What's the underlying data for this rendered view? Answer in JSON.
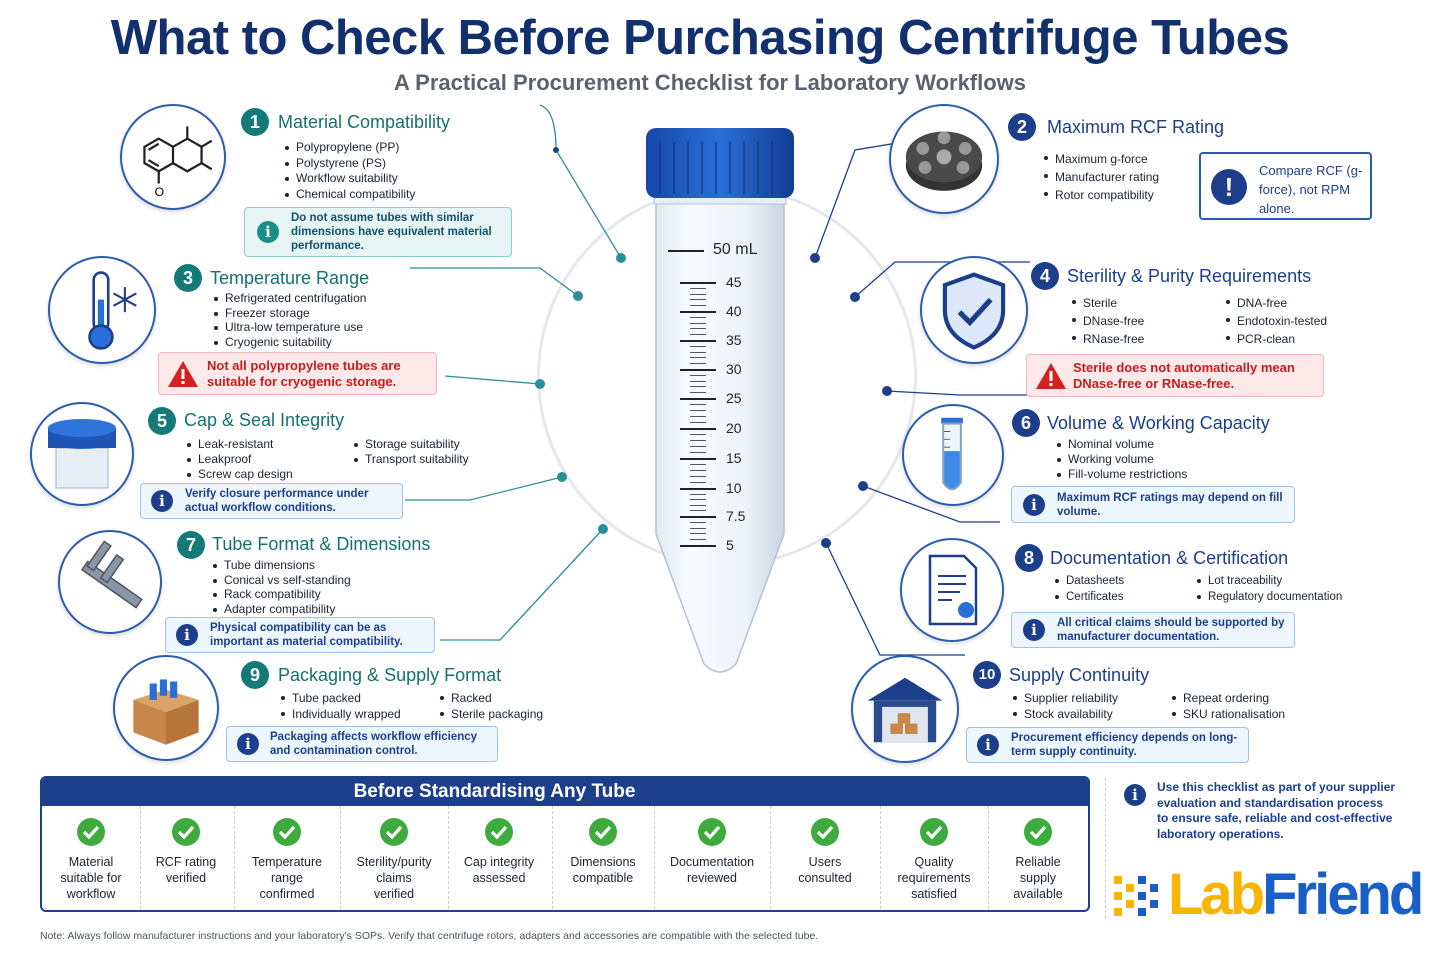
{
  "title": "What to Check Before Purchasing Centrifuge Tubes",
  "subtitle": "A Practical Procurement Checklist for Laboratory Workflows",
  "tube": {
    "capacity_label": "50 mL",
    "graduations": [
      "45",
      "40",
      "35",
      "30",
      "25",
      "20",
      "15",
      "10",
      "7.5",
      "5"
    ]
  },
  "sections": {
    "s1": {
      "number": "1",
      "title": "Material Compatibility",
      "items": [
        "Polypropylene (PP)",
        "Polystyrene (PS)",
        "Workflow suitability",
        "Chemical compatibility"
      ],
      "note": "Do not assume tubes with similar dimensions have equivalent material performance."
    },
    "s2": {
      "number": "2",
      "title": "Maximum RCF Rating",
      "items": [
        "Maximum g-force",
        "Manufacturer rating",
        "Rotor compatibility"
      ],
      "callout": "Compare RCF (g-force), not RPM alone."
    },
    "s3": {
      "number": "3",
      "title": "Temperature Range",
      "items": [
        "Refrigerated centrifugation",
        "Freezer storage",
        "Ultra-low temperature use",
        "Cryogenic suitability"
      ],
      "warning": "Not all polypropylene tubes are suitable for cryogenic storage."
    },
    "s4": {
      "number": "4",
      "title": "Sterility & Purity Requirements",
      "items_left": [
        "Sterile",
        "DNase-free",
        "RNase-free"
      ],
      "items_right": [
        "DNA-free",
        "Endotoxin-tested",
        "PCR-clean"
      ],
      "warning": "Sterile does not automatically mean DNase-free or RNase-free."
    },
    "s5": {
      "number": "5",
      "title": "Cap & Seal Integrity",
      "items_left": [
        "Leak-resistant",
        "Leakproof",
        "Screw cap design"
      ],
      "items_right": [
        "Storage suitability",
        "Transport suitability"
      ],
      "note": "Verify closure performance under actual workflow conditions."
    },
    "s6": {
      "number": "6",
      "title": "Volume & Working Capacity",
      "items": [
        "Nominal volume",
        "Working volume",
        "Fill-volume restrictions"
      ],
      "note": "Maximum RCF ratings may depend on fill volume."
    },
    "s7": {
      "number": "7",
      "title": "Tube Format & Dimensions",
      "items": [
        "Tube dimensions",
        "Conical vs self-standing",
        "Rack compatibility",
        "Adapter compatibility"
      ],
      "note": "Physical compatibility can be as important as material compatibility."
    },
    "s8": {
      "number": "8",
      "title": "Documentation & Certification",
      "items_left": [
        "Datasheets",
        "Certificates"
      ],
      "items_right": [
        "Lot traceability",
        "Regulatory documentation"
      ],
      "note": "All critical claims should be supported by manufacturer documentation."
    },
    "s9": {
      "number": "9",
      "title": "Packaging & Supply Format",
      "items_left": [
        "Tube packed",
        "Individually wrapped"
      ],
      "items_right": [
        "Racked",
        "Sterile packaging"
      ],
      "note": "Packaging affects workflow efficiency and contamination control."
    },
    "s10": {
      "number": "10",
      "title": "Supply Continuity",
      "items_left": [
        "Supplier reliability",
        "Stock availability"
      ],
      "items_right": [
        "Repeat ordering",
        "SKU rationalisation"
      ],
      "note": "Procurement efficiency depends on long-term supply continuity."
    }
  },
  "summary": {
    "title": "Before Standardising Any Tube",
    "checks": [
      "Material\nsuitable for\nworkflow",
      "RCF rating\nverified",
      "Temperature\nrange\nconfirmed",
      "Sterility/purity\nclaims\nverified",
      "Cap integrity\nassessed",
      "Dimensions\ncompatible",
      "Documentation\nreviewed",
      "Users\nconsulted",
      "Quality\nrequirements\nsatisfied",
      "Reliable\nsupply\navailable"
    ]
  },
  "checklist_info": "Use this checklist as part of your supplier evaluation and standardisation process to ensure safe, reliable and cost-effective laboratory operations.",
  "logo": {
    "part1": "Lab",
    "part2": "Friend",
    "color1": "#f7b500",
    "color2": "#1a5fc8"
  },
  "footer_note": "Note: Always follow manufacturer instructions and your laboratory's SOPs. Verify that centrifuge rotors, adapters and accessories are compatible with the selected tube.",
  "colors": {
    "navy": "#13306e",
    "teal": "#137a77",
    "accent": "#1d3e8a",
    "check_green": "#3dab3d",
    "warning_red": "#c41e1e"
  },
  "icons": [
    "molecule-icon",
    "rotor-icon",
    "thermometer-icon",
    "shield-check-icon",
    "cap-icon",
    "test-tube-icon",
    "caliper-icon",
    "certificate-icon",
    "box-icon",
    "warehouse-icon",
    "info-icon",
    "warning-icon",
    "check-icon"
  ]
}
